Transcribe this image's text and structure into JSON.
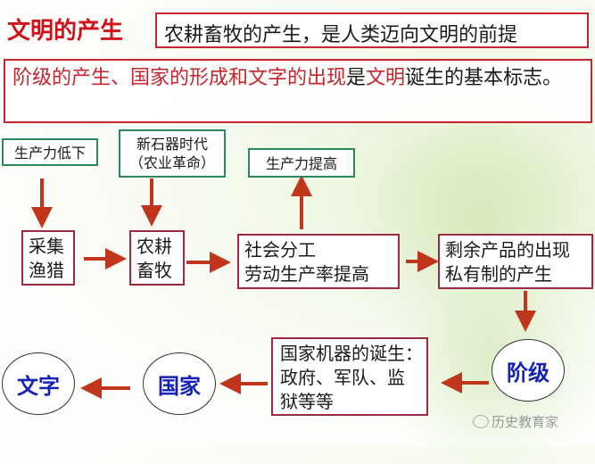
{
  "title": "文明的产生",
  "headline": "农耕畜牧的产生，是人类迈向文明的前提",
  "statement": {
    "part1_red": "阶级的产生、国家的形成和文字的出现",
    "part2_dark": "是",
    "part3_red": "文明",
    "part4_dark": "诞生的基本标志。"
  },
  "diagram": {
    "causes": {
      "low_productivity": "生产力低下",
      "neolithic_line1": "新石器时代",
      "neolithic_line2": "（农业革命）",
      "productivity_up": "生产力提高"
    },
    "stages": {
      "gathering_line1": "采集",
      "gathering_line2": "渔猎",
      "farming_line1": "农耕",
      "farming_line2": "畜牧",
      "division_line1": "社会分工",
      "division_line2": "劳动生产率提高",
      "surplus_line1": "剩余产品的出现",
      "surplus_line2": "私有制的产生",
      "state_machine_line1": "国家机器的诞生：",
      "state_machine_line2": "政府、军队、监",
      "state_machine_line3": "狱等等"
    },
    "outcomes": {
      "class": "阶级",
      "state": "国家",
      "writing": "文字"
    },
    "colors": {
      "arrow": "#c0361c",
      "green_border": "#2a8a5e",
      "red_border": "#9c2a44",
      "oval_text": "#1422b8",
      "title_red": "#d0121b"
    }
  },
  "watermark": {
    "icon": "wechat-icon",
    "text": "历史教育家"
  }
}
